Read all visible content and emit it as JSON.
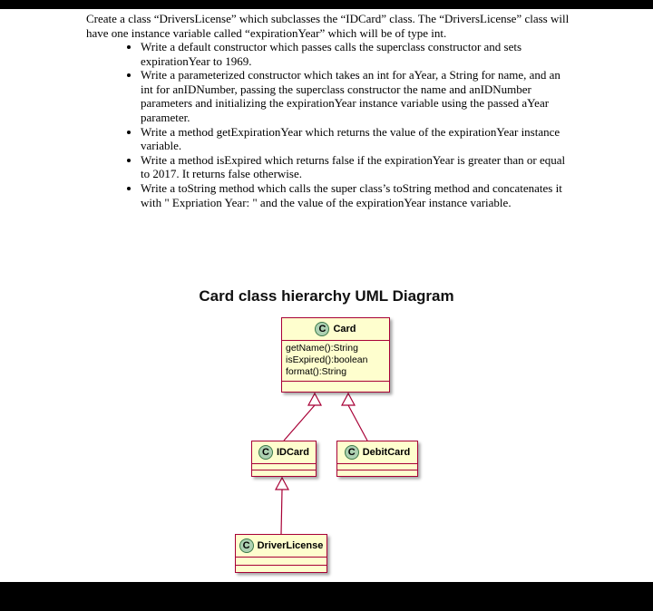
{
  "document": {
    "intro": "Create a class “DriversLicense” which subclasses the “IDCard” class. The “DriversLicense” class will have one instance variable called “expirationYear” which will be of type int.",
    "bullets": [
      "Write a default constructor which passes calls the superclass constructor and sets expirationYear to 1969.",
      "Write a parameterized constructor which takes an int for aYear, a String for name, and an int for anIDNumber, passing the superclass constructor the name and anIDNumber parameters and initializing the expirationYear instance variable using the passed aYear parameter.",
      "Write a method getExpirationYear which returns the value of the expirationYear instance variable.",
      "Write a method isExpired which returns false if the expirationYear is greater than or equal to 2017. It returns false otherwise.",
      "Write a toString method which calls the super class’s toString method and concatenates it with \" Expriation Year: \" and the value of the expirationYear instance variable."
    ]
  },
  "diagram": {
    "title": "Card class hierarchy UML Diagram",
    "classes": [
      {
        "name": "Card",
        "icon": "C",
        "members": [
          "getName():String",
          "isExpired():boolean",
          "format():String"
        ]
      },
      {
        "name": "IDCard",
        "icon": "C",
        "members": []
      },
      {
        "name": "DebitCard",
        "icon": "C",
        "members": []
      },
      {
        "name": "DriverLicense",
        "icon": "C",
        "members": []
      }
    ],
    "relations": [
      {
        "from": "IDCard",
        "to": "Card",
        "type": "generalization"
      },
      {
        "from": "DebitCard",
        "to": "Card",
        "type": "generalization"
      },
      {
        "from": "DriverLicense",
        "to": "IDCard",
        "type": "generalization"
      }
    ],
    "colors": {
      "box_fill": "#FEFECE",
      "box_border": "#A80036",
      "icon_fill": "#ADD1B2",
      "icon_border": "#3C7A4A"
    }
  }
}
